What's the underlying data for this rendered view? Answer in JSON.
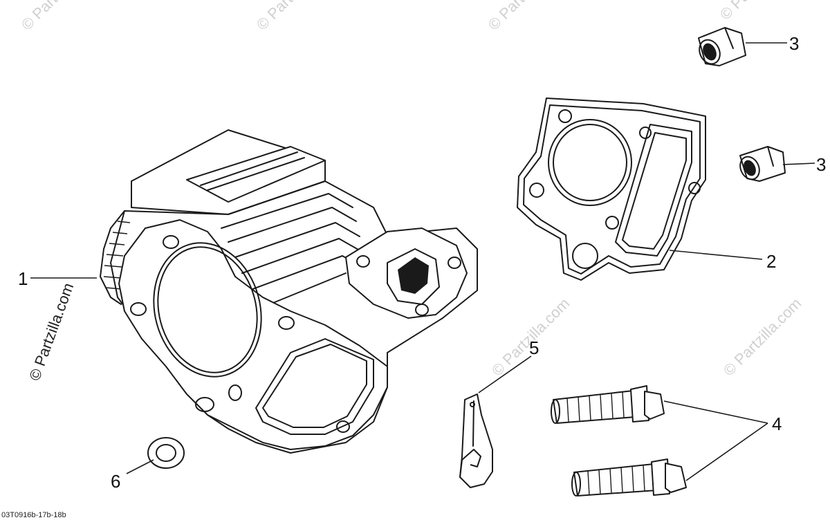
{
  "watermark": {
    "text": "© Partzilla.com"
  },
  "diagram_code": "03T0916b-17b-18b",
  "callouts": [
    {
      "id": "cylinder",
      "label": "1"
    },
    {
      "id": "gasket",
      "label": "2"
    },
    {
      "id": "dowel-top",
      "label": "3"
    },
    {
      "id": "dowel-mid",
      "label": "3"
    },
    {
      "id": "bolts",
      "label": "4"
    },
    {
      "id": "clamp",
      "label": "5"
    },
    {
      "id": "washer",
      "label": "6"
    }
  ],
  "colors": {
    "line": "#1a1a1a",
    "watermark": "#d0d0d0",
    "background": "#ffffff"
  }
}
